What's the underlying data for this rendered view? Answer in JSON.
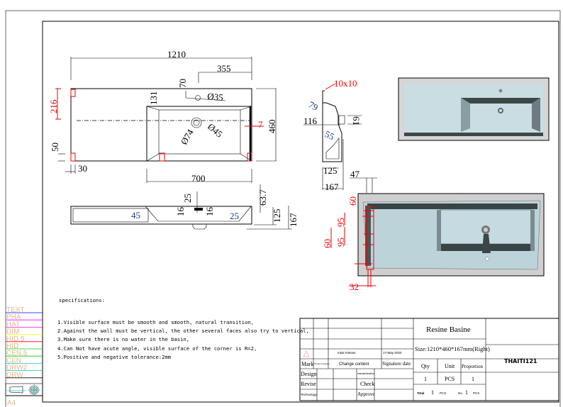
{
  "drawing": {
    "top_view": {
      "dims": {
        "overall_length": "1210",
        "tap_offset": "355",
        "tap_from_back": "70",
        "tap_hole": "Ø35",
        "bowl_from_back": "131",
        "left_mount": "216",
        "bottom_mount": "50",
        "edge_offset": "30",
        "overall_width": "460",
        "right_wall": "7",
        "bowl_length": "700",
        "drain_outer": "Ø74",
        "drain_inner": "Ø45"
      }
    },
    "section_view": {
      "dims": {
        "notch": "10x10",
        "angle_top": "79",
        "height_116": "116",
        "overflow": "61",
        "angle_55": "55",
        "depth_125": "125",
        "depth_167": "167",
        "dim_47": "47"
      }
    },
    "side_view": {
      "dims": {
        "overflow_25": "25",
        "dim_63_7": "63.7",
        "slope_45": "45",
        "wall_16_left": "16",
        "wall_16_right": "16",
        "slope_25": "25",
        "height_125": "125",
        "height_167": "167"
      }
    },
    "bottom_3d": {
      "dims": {
        "top_60": "60",
        "gap_95_a": "95",
        "gap_95_b": "95",
        "side_60": "60",
        "offset_32": "32"
      }
    }
  },
  "specifications": {
    "heading": "specifications:",
    "items": [
      "1.Visible surface must be smooth and smooth, natural transition,",
      "2.Against the wall must be vertical, the other several faces also try to vertical,",
      "3.Make sure there is no water in the basin,",
      "4.Can Not have acute angle, visible surface of the corner is R=2,",
      "5.Positive and negative tolerance:2mm"
    ]
  },
  "layers": [
    {
      "name": "TEXT",
      "color": "#0000ff"
    },
    {
      "name": "PHA",
      "color": "#ff00ff"
    },
    {
      "name": "HAT",
      "color": "#ff00ff"
    },
    {
      "name": "DIM",
      "color": "#ffff00"
    },
    {
      "name": "HID.5",
      "color": "#ff0000"
    },
    {
      "name": "HID",
      "color": "#00cc00"
    },
    {
      "name": "CEN.5",
      "color": "#00cc00"
    },
    {
      "name": "CEN",
      "color": "#00cccc"
    },
    {
      "name": "DRW2",
      "color": "#00cccc"
    },
    {
      "name": "DRW",
      "color": "#000000"
    }
  ],
  "sheet_size": "A4",
  "title_block": {
    "product_name": "Resine Basine",
    "size": "Size:1210*460*167mm(Right)",
    "model": "THAITI121",
    "revision": {
      "content": "Intial release",
      "date": "17-May-2020"
    },
    "headers": {
      "mark": "Mark",
      "number": "Number of changes",
      "change_content": "Change content",
      "signature_date": "Signature date"
    },
    "roles": {
      "design": "Design",
      "revise": "Revise",
      "technology": "Technology",
      "standardization": "standardization",
      "check": "Check",
      "approve": "Approve"
    },
    "qty_label": "Qty",
    "unit_label": "Unit",
    "proportion_label": "Proportion",
    "qty": "1",
    "unit": "PCS",
    "proportion": "1",
    "total_label": "Total",
    "total_qty": "1",
    "total_unit": "PCS",
    "no_label": "No.",
    "no_value": "1",
    "no_unit": "PCS"
  }
}
